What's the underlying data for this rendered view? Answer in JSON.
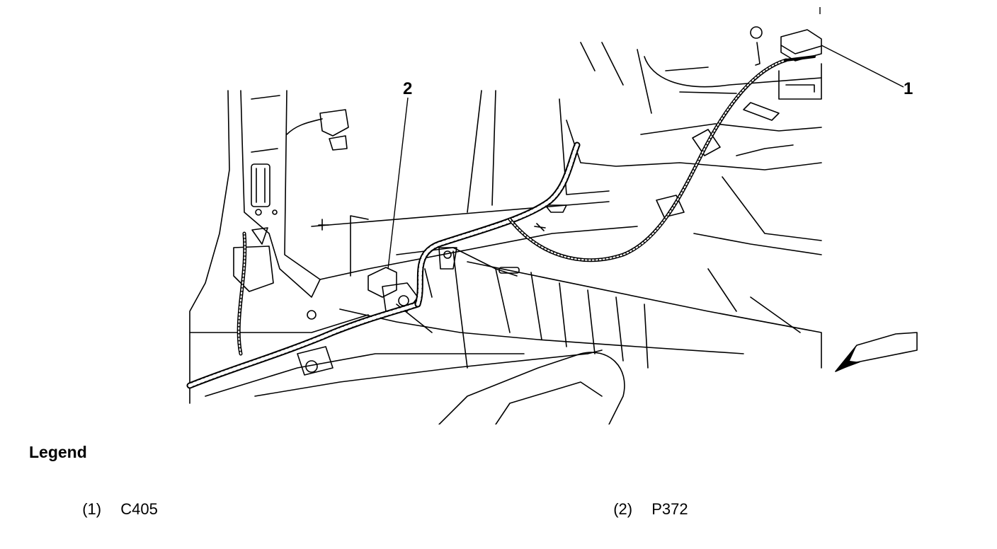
{
  "diagram": {
    "callouts": [
      {
        "id": "1",
        "label": "1"
      },
      {
        "id": "2",
        "label": "2"
      }
    ]
  },
  "legend": {
    "title": "Legend",
    "items": [
      {
        "number": "(1)",
        "label": "C405"
      },
      {
        "number": "(2)",
        "label": "P372"
      }
    ]
  }
}
